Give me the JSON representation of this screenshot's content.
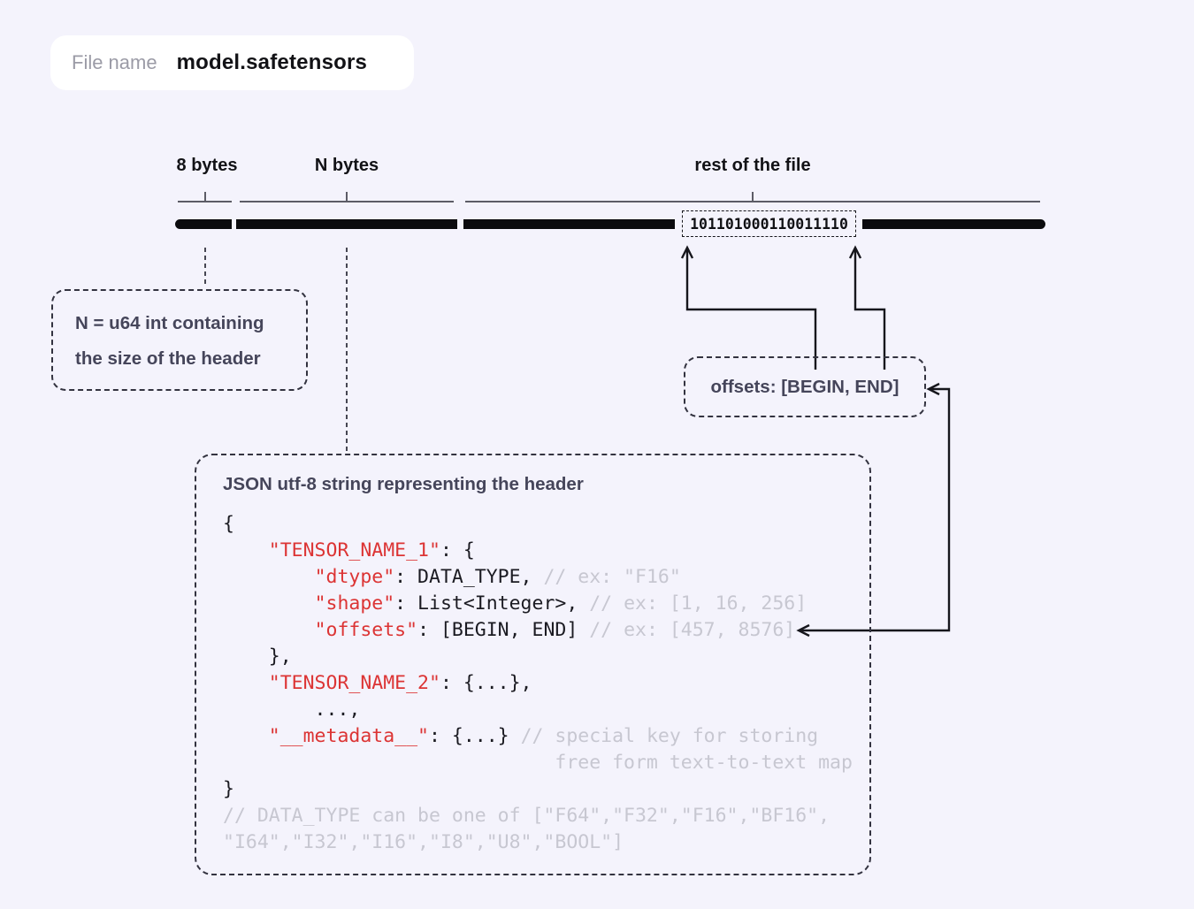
{
  "file_pill": {
    "label": "File name",
    "value": "model.safetensors"
  },
  "byte_map": {
    "segments": [
      {
        "label": "8 bytes"
      },
      {
        "label": "N bytes"
      },
      {
        "label": "rest of the file"
      }
    ],
    "binary_value": "101101000110011110"
  },
  "callouts": {
    "n_box": {
      "line1": "N = u64 int containing",
      "line2": "the size of the header"
    },
    "offsets_box": {
      "label": "offsets: [BEGIN, END]"
    }
  },
  "json_box": {
    "title": "JSON utf-8 string representing the header",
    "code_lines": [
      [
        {
          "t": "{",
          "c": "code"
        }
      ],
      [
        {
          "t": "    ",
          "c": "code"
        },
        {
          "t": "\"TENSOR_NAME_1\"",
          "c": "red"
        },
        {
          "t": ": {",
          "c": "code"
        }
      ],
      [
        {
          "t": "        ",
          "c": "code"
        },
        {
          "t": "\"dtype\"",
          "c": "red"
        },
        {
          "t": ": DATA_TYPE, ",
          "c": "code"
        },
        {
          "t": "// ex: \"F16\"",
          "c": "comment"
        }
      ],
      [
        {
          "t": "        ",
          "c": "code"
        },
        {
          "t": "\"shape\"",
          "c": "red"
        },
        {
          "t": ": List<Integer>, ",
          "c": "code"
        },
        {
          "t": "// ex: [1, 16, 256]",
          "c": "comment"
        }
      ],
      [
        {
          "t": "        ",
          "c": "code"
        },
        {
          "t": "\"offsets\"",
          "c": "red"
        },
        {
          "t": ": [BEGIN, END] ",
          "c": "code"
        },
        {
          "t": "// ex: [457, 8576]",
          "c": "comment"
        }
      ],
      [
        {
          "t": "    },",
          "c": "code"
        }
      ],
      [
        {
          "t": "    ",
          "c": "code"
        },
        {
          "t": "\"TENSOR_NAME_2\"",
          "c": "red"
        },
        {
          "t": ": {...},",
          "c": "code"
        }
      ],
      [
        {
          "t": "        ...,",
          "c": "code"
        }
      ],
      [
        {
          "t": "    ",
          "c": "code"
        },
        {
          "t": "\"__metadata__\"",
          "c": "red"
        },
        {
          "t": ": {...} ",
          "c": "code"
        },
        {
          "t": "// special key for storing",
          "c": "comment"
        }
      ],
      [
        {
          "t": "                             free form text-to-text map",
          "c": "comment"
        }
      ],
      [
        {
          "t": "}",
          "c": "code"
        }
      ],
      [
        {
          "t": "// DATA_TYPE can be one of [\"F64\",\"F32\",\"F16\",\"BF16\",",
          "c": "comment"
        }
      ],
      [
        {
          "t": "\"I64\",\"I32\",\"I16\",\"I8\",\"U8\",\"BOOL\"]",
          "c": "comment"
        }
      ]
    ]
  },
  "colors": {
    "background": "#f4f3fc",
    "pill_background": "#ffffff",
    "pill_label": "#9b9ba6",
    "text_black": "#121216",
    "text_slate": "#45455a",
    "code_text": "#1b1b22",
    "code_string_red": "#dc3434",
    "code_comment": "#c7c7d1",
    "bar_black": "#0b0b0e",
    "bracket_gray": "#5c5c66",
    "dashed_border": "#333340"
  }
}
